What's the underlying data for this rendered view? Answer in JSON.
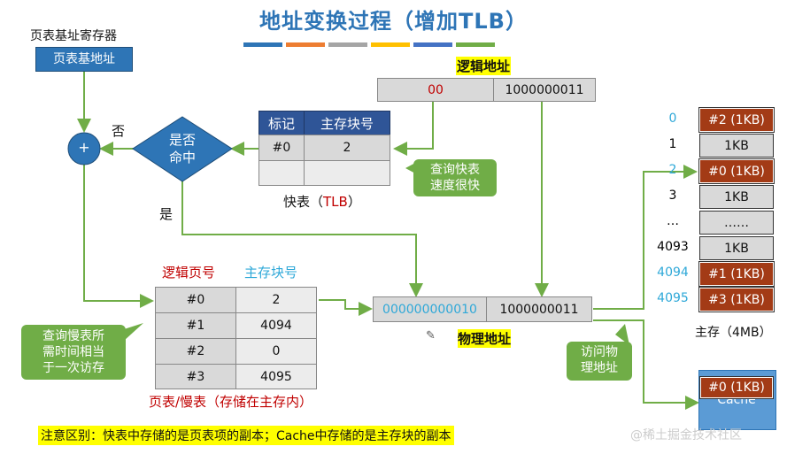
{
  "title": "地址变换过程（增加TLB）",
  "bar_colors": [
    "#2e75b6",
    "#ed7d31",
    "#a5a5a5",
    "#ffc000",
    "#4472c4",
    "#70ad47"
  ],
  "page_table_register": {
    "label": "页表基址寄存器",
    "value": "页表基地址"
  },
  "adder": {
    "symbol": "+"
  },
  "decision": {
    "line1": "是否",
    "line2": "命中",
    "no_label": "否",
    "yes_label": "是"
  },
  "logical_address": {
    "label": "逻辑地址",
    "page": "00",
    "offset": "1000000011"
  },
  "tlb": {
    "headers": [
      "标记",
      "主存块号"
    ],
    "rows": [
      [
        "#0",
        "2"
      ],
      [
        "",
        ""
      ]
    ],
    "caption_prefix": "快表（",
    "caption_tlb": "TLB",
    "caption_suffix": "）",
    "callout": [
      "查询快表",
      "速度很快"
    ]
  },
  "page_table": {
    "col_logical": "逻辑页号",
    "col_block": "主存块号",
    "rows": [
      [
        "#0",
        "2"
      ],
      [
        "#1",
        "4094"
      ],
      [
        "#2",
        "0"
      ],
      [
        "#3",
        "4095"
      ]
    ],
    "caption": "页表/慢表（存储在主存内）",
    "callout": [
      "查询慢表所",
      "需时间相当",
      "于一次访存"
    ]
  },
  "physical_address": {
    "block": "000000000010",
    "offset": "1000000011",
    "label": "物理地址"
  },
  "access_callout": [
    "访问物",
    "理地址"
  ],
  "main_memory": {
    "indices": [
      "0",
      "1",
      "2",
      "3",
      "…",
      "4093",
      "4094",
      "4095"
    ],
    "cells": [
      "#2 (1KB)",
      "1KB",
      "#0 (1KB)",
      "1KB",
      "……",
      "1KB",
      "#1 (1KB)",
      "#3 (1KB)"
    ],
    "label": "主存（4MB）"
  },
  "cache": {
    "label": "Cache",
    "cell": "#0 (1KB)"
  },
  "note": "注意区别：快表中存储的是页表项的副本；Cache中存储的是主存块的副本",
  "watermark": "@稀土掘金技术社区"
}
